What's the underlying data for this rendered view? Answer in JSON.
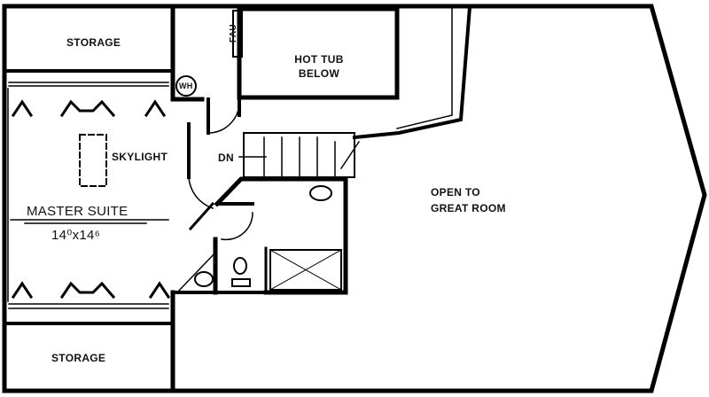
{
  "labels": {
    "storage_top": "STORAGE",
    "fau": "FAU",
    "hot_tub_line1": "HOT TUB",
    "hot_tub_line2": "BELOW",
    "water_heater": "WH",
    "skylight": "SKYLIGHT",
    "down": "DN",
    "master_suite": "MASTER SUITE",
    "master_suite_dims": "14⁰x14⁶",
    "open_to_line1": "OPEN TO",
    "open_to_line2": "GREAT ROOM",
    "storage_bottom": "STORAGE"
  }
}
